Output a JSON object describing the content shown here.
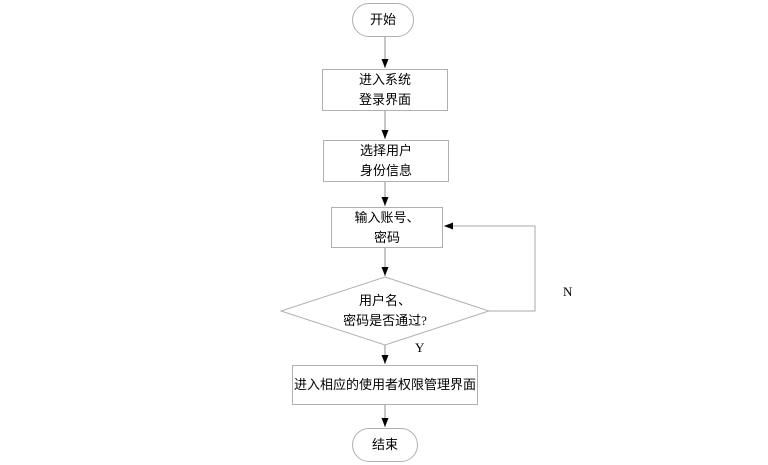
{
  "flowchart": {
    "start": {
      "label": "开始"
    },
    "login_box": {
      "line1": "进入系统",
      "line2": "登录界面"
    },
    "select_box": {
      "line1": "选择用户",
      "line2": "身份信息"
    },
    "input_box": {
      "line1": "输入账号、",
      "line2": "密码"
    },
    "decision": {
      "line1": "用户名、",
      "line2": "密码是否通过?"
    },
    "admin_box": {
      "label": "进入相应的使用者权限管理界面"
    },
    "end": {
      "label": "结束"
    },
    "branches": {
      "yes": "Y",
      "no": "N"
    },
    "colors": {
      "node_border": "#b0b0b0",
      "connector_line": "#8c8c8c",
      "arrowhead": "#000000",
      "background": "#ffffff",
      "text": "#000000"
    }
  }
}
